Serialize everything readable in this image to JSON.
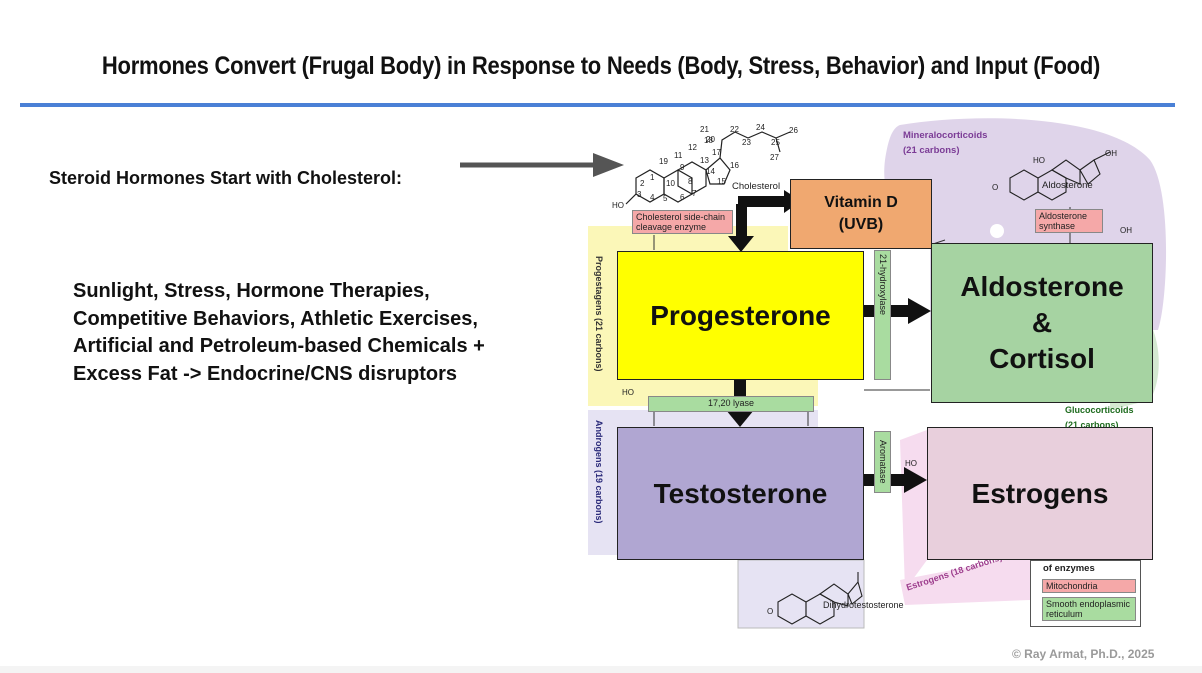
{
  "title": "Hormones Convert (Frugal Body) in Response to Needs (Body, Stress, Behavior) and Input (Food)",
  "subheading": "Steroid Hormones Start with Cholesterol:",
  "causes_text": "Sunlight, Stress, Hormone Therapies, Competitive Behaviors, Athletic Exercises, Artificial and Petroleum-based Chemicals + Excess Fat -> Endocrine/CNS disruptors",
  "boxes": {
    "vitamin_d_line1": "Vitamin D",
    "vitamin_d_line2": "(UVB)",
    "progesterone": "Progesterone",
    "aldosterone_line1": "Aldosterone",
    "aldosterone_line2": "&",
    "aldosterone_line3": "Cortisol",
    "testosterone": "Testosterone",
    "estrogens": "Estrogens"
  },
  "background_labels": {
    "cholesterol": "Cholesterol",
    "cholesterol_enzyme": "Cholesterol side-chain cleavage enzyme",
    "mineralocorticoids": "Mineralocorticoids",
    "mineralocorticoids_carbons": "(21 carbons)",
    "aldosterone_struct": "Aldosterone",
    "aldosterone_synthase": "Aldosterone synthase",
    "progestagens": "Progestagens (21 carbons)",
    "hydroxylase_21": "21-hydroxylase",
    "lyase_17_20": "17,20 lyase",
    "glucocorticoids": "Glucocorticoids",
    "glucocorticoids_carbons": "(21 carbons)",
    "androgens": "Androgens (19 carbons)",
    "aromatase": "Aromatase",
    "estrogens_carbons": "Estrogens (18 carbons)",
    "dihydrotestosterone": "Dihydrotestosterone",
    "legend_title": "of enzymes",
    "legend_mito": "Mitochondria",
    "legend_er": "Smooth endoplasmic reticulum"
  },
  "credit": "© Ray Armat, Ph.D., 2025",
  "colors": {
    "rule": "#4a80d6",
    "vitamin_d": "#f0a870",
    "progesterone": "#ffff00",
    "aldosterone": "#a6d3a2",
    "testosterone": "#b0a6d2",
    "estrogens": "#e8cfdc"
  }
}
